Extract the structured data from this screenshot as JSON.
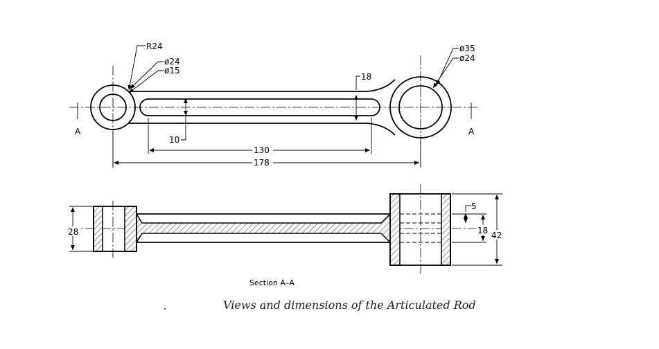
{
  "dimensions": {
    "r24": "R24",
    "eye_small_outer": "ø24",
    "eye_small_inner": "ø15",
    "eye_large_outer": "ø35",
    "eye_large_inner": "ø24",
    "slot_height": "18",
    "slot_width": "10",
    "slot_length": "130",
    "overall_length": "178",
    "small_boss_height": "28",
    "web_thickness": "5",
    "web_height": "18",
    "large_boss_height": "42"
  },
  "section_marks": {
    "left": "A",
    "right": "A"
  },
  "section_label": "Section A–A",
  "caption": "Views and dimensions of the Articulated Rod",
  "colors": {
    "line": "#000000",
    "background": "#ffffff"
  }
}
